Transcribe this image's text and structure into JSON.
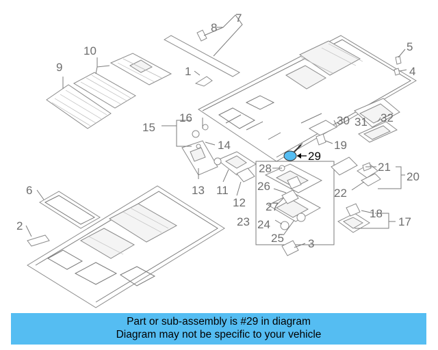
{
  "part_labels": [
    "1",
    "2",
    "3",
    "4",
    "5",
    "6",
    "7",
    "8",
    "9",
    "10",
    "11",
    "12",
    "13",
    "14",
    "15",
    "16",
    "17",
    "18",
    "19",
    "20",
    "21",
    "22",
    "23",
    "24",
    "25",
    "26",
    "27",
    "28",
    "29",
    "30",
    "31",
    "32"
  ],
  "highlighted_part": "29",
  "highlight_color": "#55bdf2",
  "banner": {
    "line1": "Part or sub-assembly is #29 in diagram",
    "line2": "Diagram may not be specific to your vehicle",
    "background": "#55bdf2"
  }
}
